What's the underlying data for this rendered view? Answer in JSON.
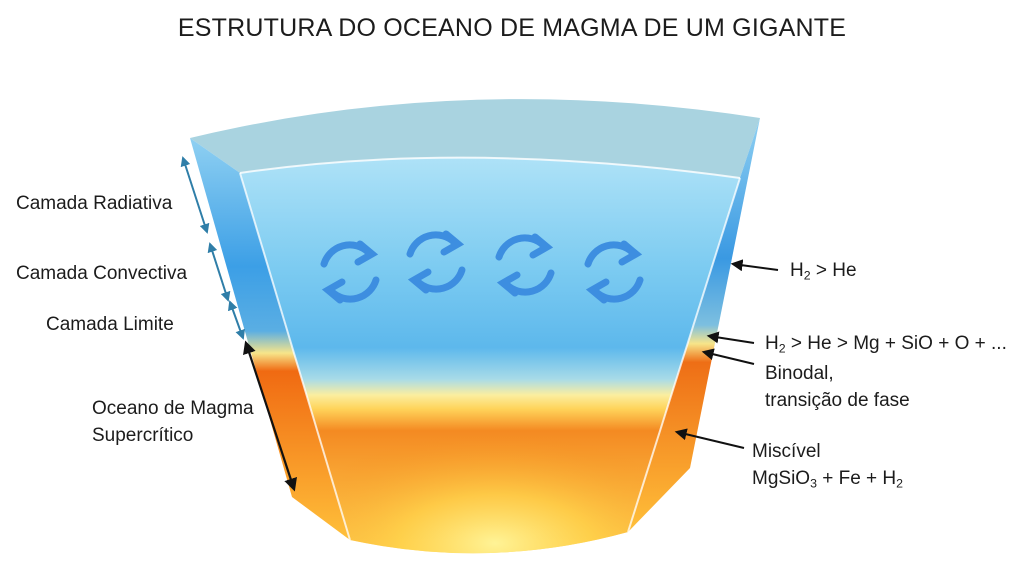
{
  "title": "ESTRUTURA DO OCEANO DE MAGMA DE UM GIGANTE",
  "left_labels": {
    "radiative": "Camada Radiativa",
    "convective": "Camada Convectiva",
    "boundary": "Camada Limite",
    "magma_line1": "Oceano de Magma",
    "magma_line2": "Supercrítico"
  },
  "right_labels": {
    "h2_he": {
      "a": "H",
      "sub": "2",
      "b": " > He"
    },
    "mixture": {
      "a": "H",
      "sub": "2",
      "b": " > He > Mg + SiO + O + ..."
    },
    "binodal_line1": "Binodal,",
    "binodal_line2": "transição de fase",
    "miscible_line1": "Miscível",
    "miscible_line2": {
      "a": "MgSiO",
      "sub1": "3",
      "b": " + Fe + H",
      "sub2": "2"
    }
  },
  "colors": {
    "radiative_top": "#9fd8f0",
    "convective_blue": "#3a9ee6",
    "boundary_yellow": "#fbe98a",
    "magma_orange": "#f07a1a",
    "magma_core": "#ffe66a",
    "arrow_teal": "#2f7ea8",
    "arrow_black": "#111111",
    "convection_arrows": "#3d8ee0"
  },
  "icons": [
    "convection-cycle-icon"
  ]
}
